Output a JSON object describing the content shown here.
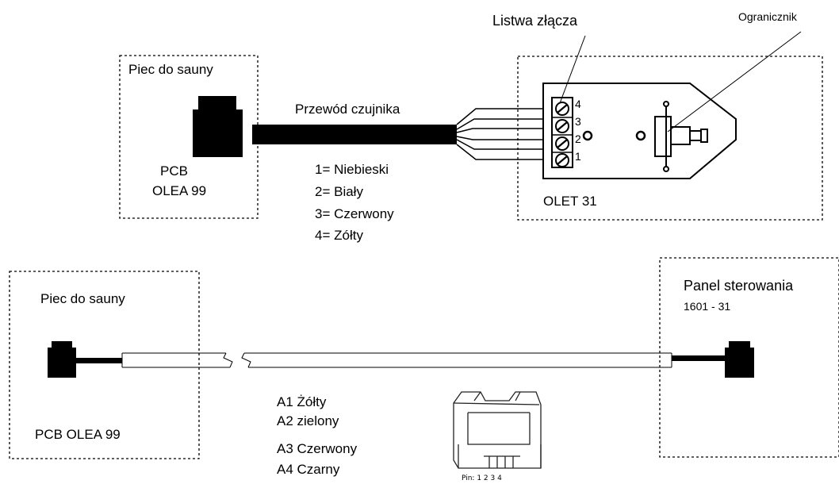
{
  "top": {
    "connector_strip_label": "Listwa złącza",
    "limiter_label": "Ogranicznik",
    "heater_label": "Piec do sauny",
    "pcb_line1": "PCB",
    "pcb_line2": "OLEA 99",
    "sensor_cable_label": "Przewód czujnika",
    "wire_colors": [
      "1= Niebieski",
      "2= Biały",
      "3= Czerwony",
      "4= Zółty"
    ],
    "terminal_pins": [
      "4",
      "3",
      "2",
      "1"
    ],
    "sensor_box_label": "OLET 31"
  },
  "bottom": {
    "heater_label": "Piec do sauny",
    "pcb_label": "PCB OLEA 99",
    "panel_title": "Panel sterowania",
    "panel_model": "1601 - 31",
    "wire_colors": [
      "A1 Żółty",
      "A2 zielony",
      "A3 Czerwony",
      "A4 Czarny"
    ],
    "plug_pin_caption": "Pin:  1   2   3   4"
  }
}
